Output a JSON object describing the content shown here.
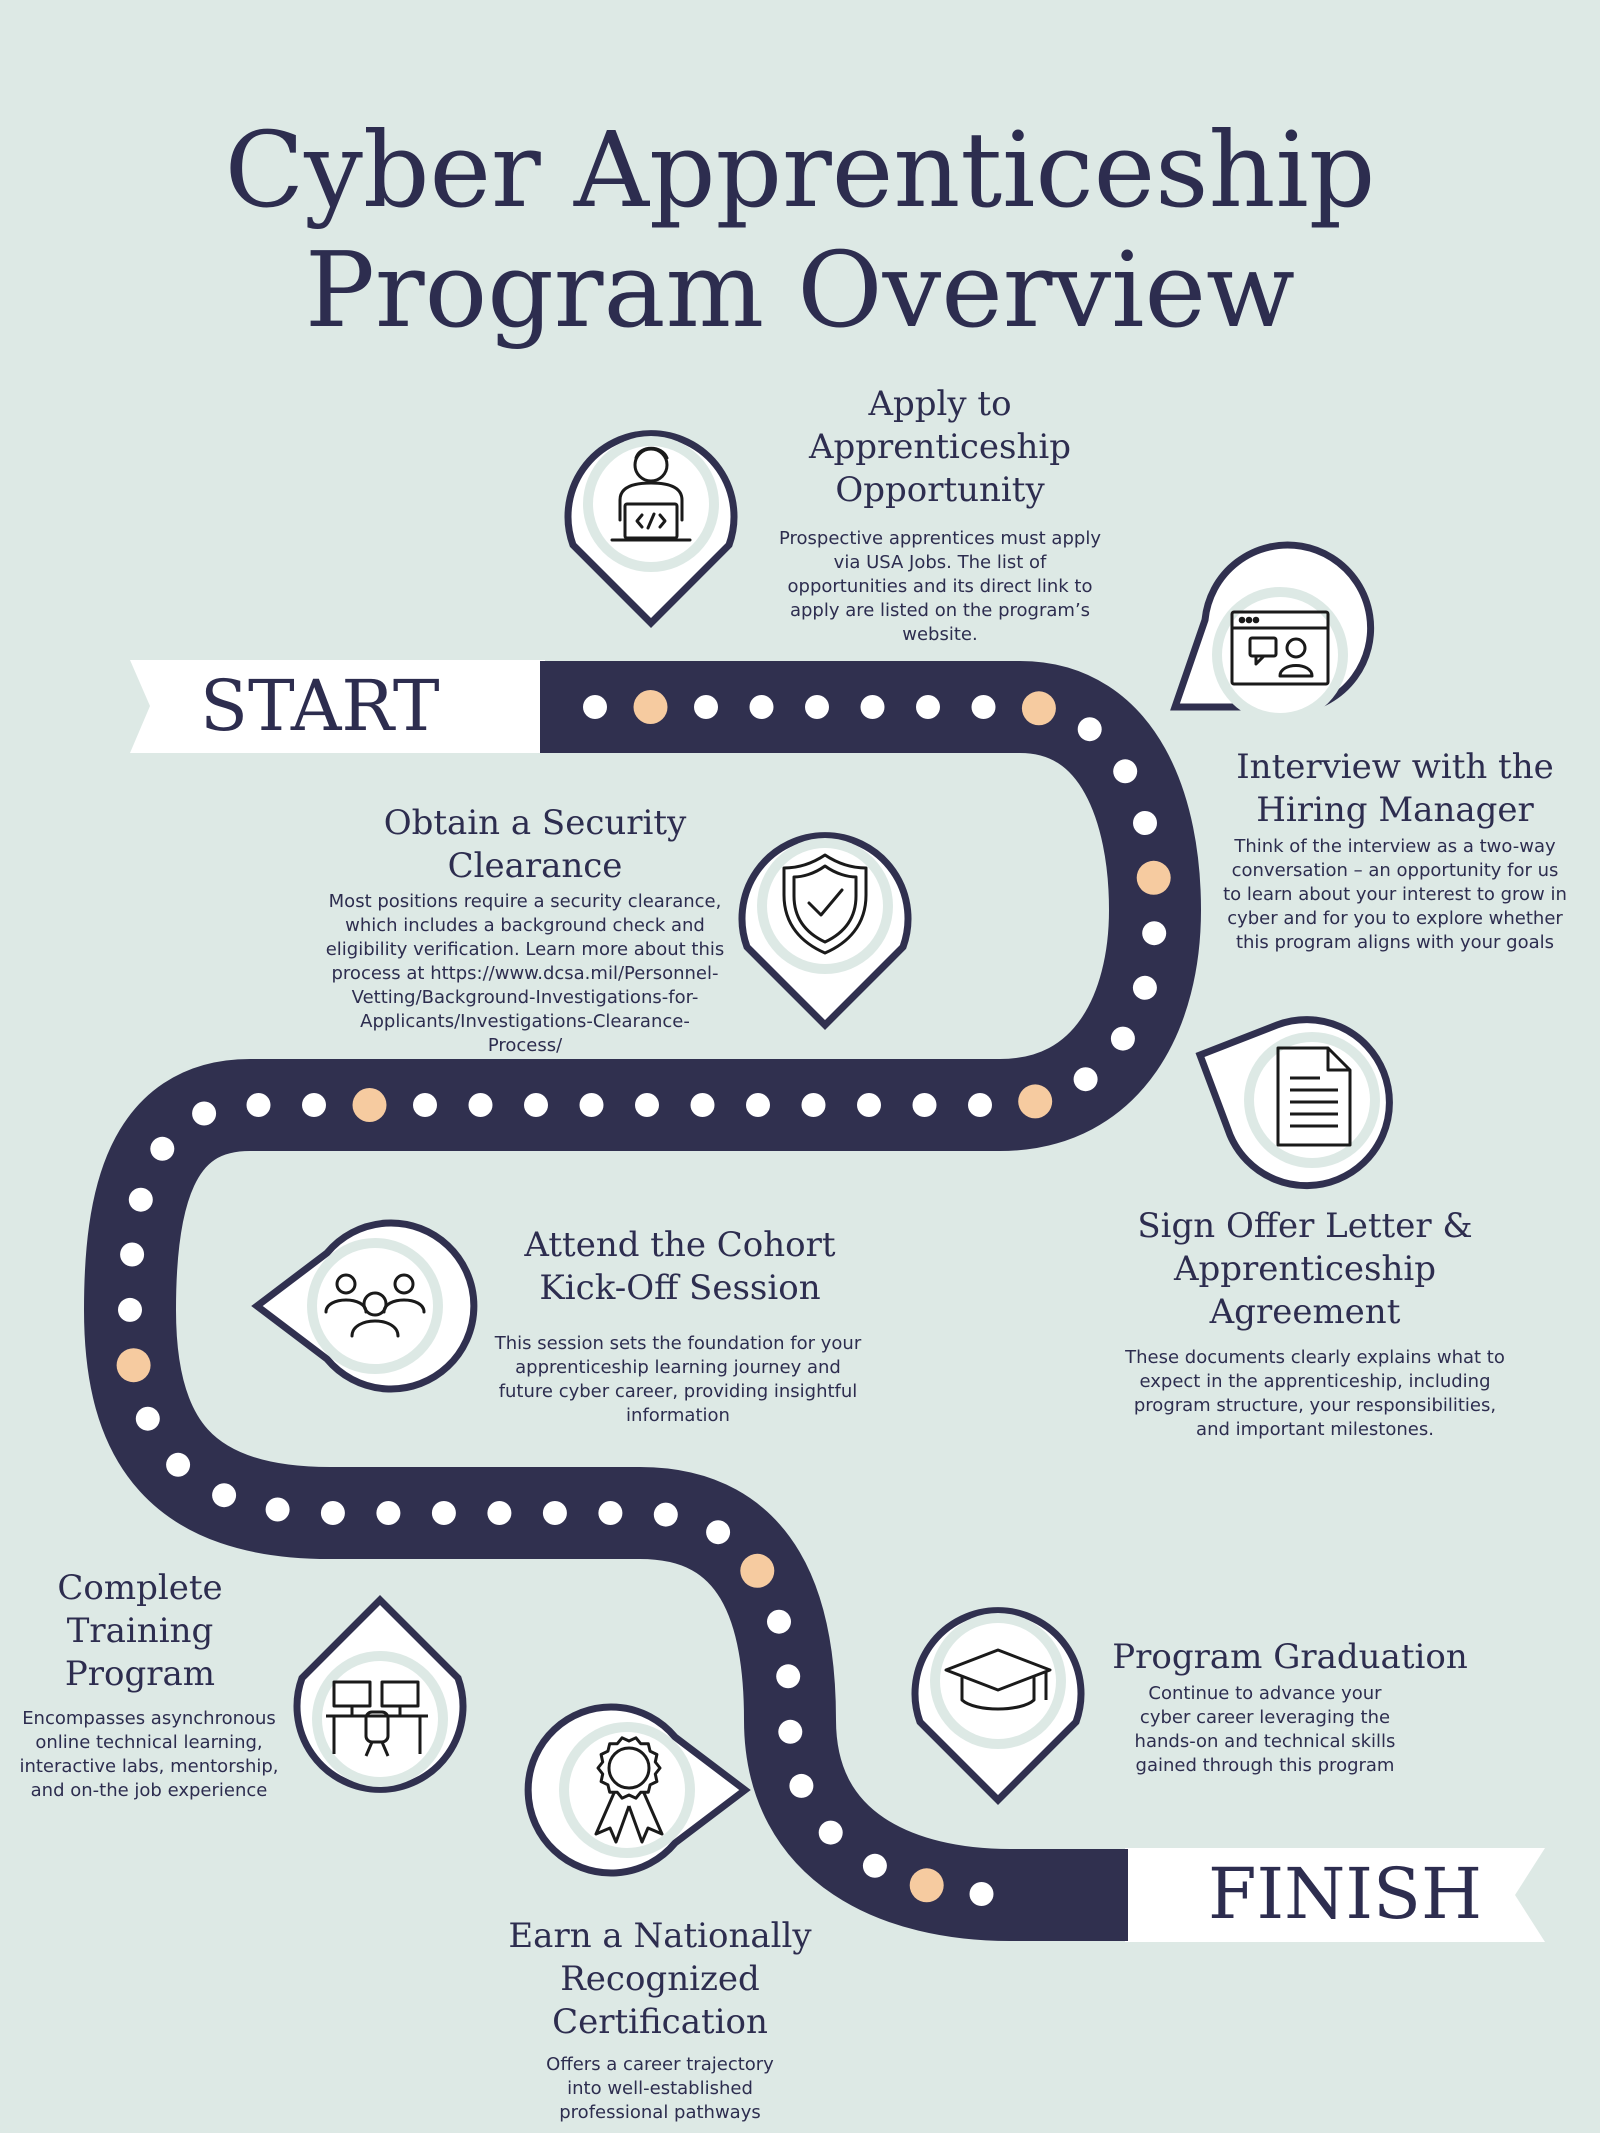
{
  "title": {
    "line1": "Cyber Apprenticeship",
    "line2": "Program Overview"
  },
  "start_label": "START",
  "finish_label": "FINISH",
  "colors": {
    "background": "#dde9e5",
    "road": "#30304f",
    "text": "#2d2d4f",
    "dot": "#ffffff",
    "milestone_dot": "#f6cba0",
    "banner": "#ffffff"
  },
  "steps": [
    {
      "id": "apply",
      "icon": "developer-laptop-icon",
      "title_lines": [
        "Apply to",
        "Apprenticeship",
        "Opportunity"
      ],
      "desc_lines": [
        "Prospective apprentices must apply",
        "via USA Jobs. The list of",
        "opportunities and its direct link to",
        "apply are listed on the program’s",
        "website."
      ]
    },
    {
      "id": "interview",
      "icon": "video-interview-icon",
      "title_lines": [
        "Interview with the",
        "Hiring Manager"
      ],
      "desc_lines": [
        "Think of the interview as a two-way",
        "conversation – an opportunity for us",
        "to learn about your interest to grow in",
        "cyber and for you to explore whether",
        "this program aligns with your goals"
      ]
    },
    {
      "id": "clearance",
      "icon": "shield-check-icon",
      "title_lines": [
        "Obtain a Security",
        "Clearance"
      ],
      "desc_lines": [
        "Most positions require a security clearance,",
        "which includes a background check and",
        "eligibility verification. Learn more about this",
        "process at https://www.dcsa.mil/Personnel-",
        "Vetting/Background-Investigations-for-",
        "Applicants/Investigations-Clearance-",
        "Process/"
      ]
    },
    {
      "id": "offer",
      "icon": "document-icon",
      "title_lines": [
        "Sign Offer Letter &",
        "Apprenticeship",
        "Agreement"
      ],
      "desc_lines": [
        "These documents clearly explains what to",
        "expect in the apprenticeship, including",
        "program structure, your responsibilities,",
        "and important milestones."
      ]
    },
    {
      "id": "kickoff",
      "icon": "group-people-icon",
      "title_lines": [
        "Attend the Cohort",
        "Kick-Off Session"
      ],
      "desc_lines": [
        "This session sets the foundation for your",
        "apprenticeship learning journey and",
        "future cyber career, providing insightful",
        "information"
      ]
    },
    {
      "id": "training",
      "icon": "workstation-icon",
      "title_lines": [
        "Complete",
        "Training",
        "Program"
      ],
      "desc_lines": [
        "Encompasses asynchronous",
        "online technical learning,",
        "interactive labs,  mentorship,",
        "and on-the job experience"
      ]
    },
    {
      "id": "certification",
      "icon": "award-ribbon-icon",
      "title_lines": [
        "Earn a Nationally",
        "Recognized",
        "Certification"
      ],
      "desc_lines": [
        "Offers a career trajectory",
        "into well-established",
        "professional pathways"
      ]
    },
    {
      "id": "graduation",
      "icon": "graduation-cap-icon",
      "title_lines": [
        "Program Graduation"
      ],
      "desc_lines": [
        "Continue to advance your",
        "cyber career leveraging the",
        "hands-on and technical skills",
        "gained through this program"
      ]
    }
  ]
}
